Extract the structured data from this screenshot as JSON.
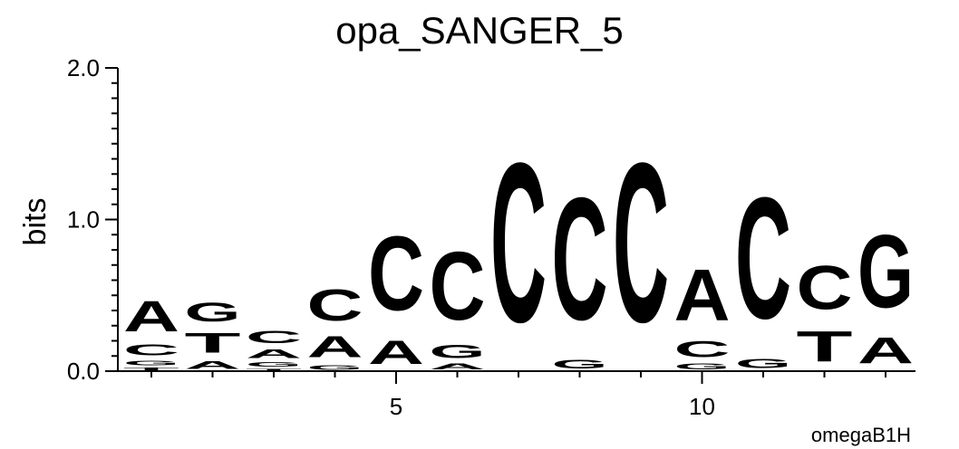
{
  "chart_data": {
    "type": "sequence-logo",
    "title": "opa_SANGER_5",
    "ylabel": "bits",
    "footer": "omegaB1H",
    "ylim": [
      0,
      2
    ],
    "y_ticks": [
      "0.0",
      "1.0",
      "2.0"
    ],
    "x_ticks": [
      {
        "position": 5,
        "label": "5"
      },
      {
        "position": 10,
        "label": "10"
      }
    ],
    "colors": {
      "A": "#008000",
      "C": "#0000ff",
      "G": "#ffa500",
      "T": "#ff0000"
    },
    "positions": [
      {
        "index": 1,
        "letters": [
          {
            "base": "T",
            "bits": 0.03
          },
          {
            "base": "G",
            "bits": 0.05
          },
          {
            "base": "C",
            "bits": 0.12
          },
          {
            "base": "A",
            "bits": 0.32
          }
        ]
      },
      {
        "index": 2,
        "letters": [
          {
            "base": "A",
            "bits": 0.08
          },
          {
            "base": "T",
            "bits": 0.21
          },
          {
            "base": "G",
            "bits": 0.2
          }
        ]
      },
      {
        "index": 3,
        "letters": [
          {
            "base": "T",
            "bits": 0.02
          },
          {
            "base": "G",
            "bits": 0.05
          },
          {
            "base": "A",
            "bits": 0.09
          },
          {
            "base": "C",
            "bits": 0.13
          }
        ]
      },
      {
        "index": 4,
        "letters": [
          {
            "base": "G",
            "bits": 0.05
          },
          {
            "base": "A",
            "bits": 0.22
          },
          {
            "base": "C",
            "bits": 0.33
          }
        ]
      },
      {
        "index": 5,
        "letters": [
          {
            "base": "A",
            "bits": 0.25
          },
          {
            "base": "C",
            "bits": 0.78
          }
        ]
      },
      {
        "index": 6,
        "letters": [
          {
            "base": "A",
            "bits": 0.06
          },
          {
            "base": "G",
            "bits": 0.14
          },
          {
            "base": "C",
            "bits": 0.72
          }
        ]
      },
      {
        "index": 7,
        "letters": [
          {
            "base": "C",
            "bits": 1.68
          }
        ]
      },
      {
        "index": 8,
        "letters": [
          {
            "base": "G",
            "bits": 0.09
          },
          {
            "base": "C",
            "bits": 1.29
          }
        ]
      },
      {
        "index": 9,
        "letters": [
          {
            "base": "C",
            "bits": 1.68
          }
        ]
      },
      {
        "index": 10,
        "letters": [
          {
            "base": "G",
            "bits": 0.06
          },
          {
            "base": "C",
            "bits": 0.17
          },
          {
            "base": "A",
            "bits": 0.54
          }
        ]
      },
      {
        "index": 11,
        "letters": [
          {
            "base": "G",
            "bits": 0.1
          },
          {
            "base": "C",
            "bits": 1.28
          }
        ]
      },
      {
        "index": 12,
        "letters": [
          {
            "base": "T",
            "bits": 0.32
          },
          {
            "base": "C",
            "bits": 0.46
          }
        ]
      },
      {
        "index": 13,
        "letters": [
          {
            "base": "A",
            "bits": 0.27
          },
          {
            "base": "G",
            "bits": 0.77
          }
        ]
      }
    ]
  }
}
